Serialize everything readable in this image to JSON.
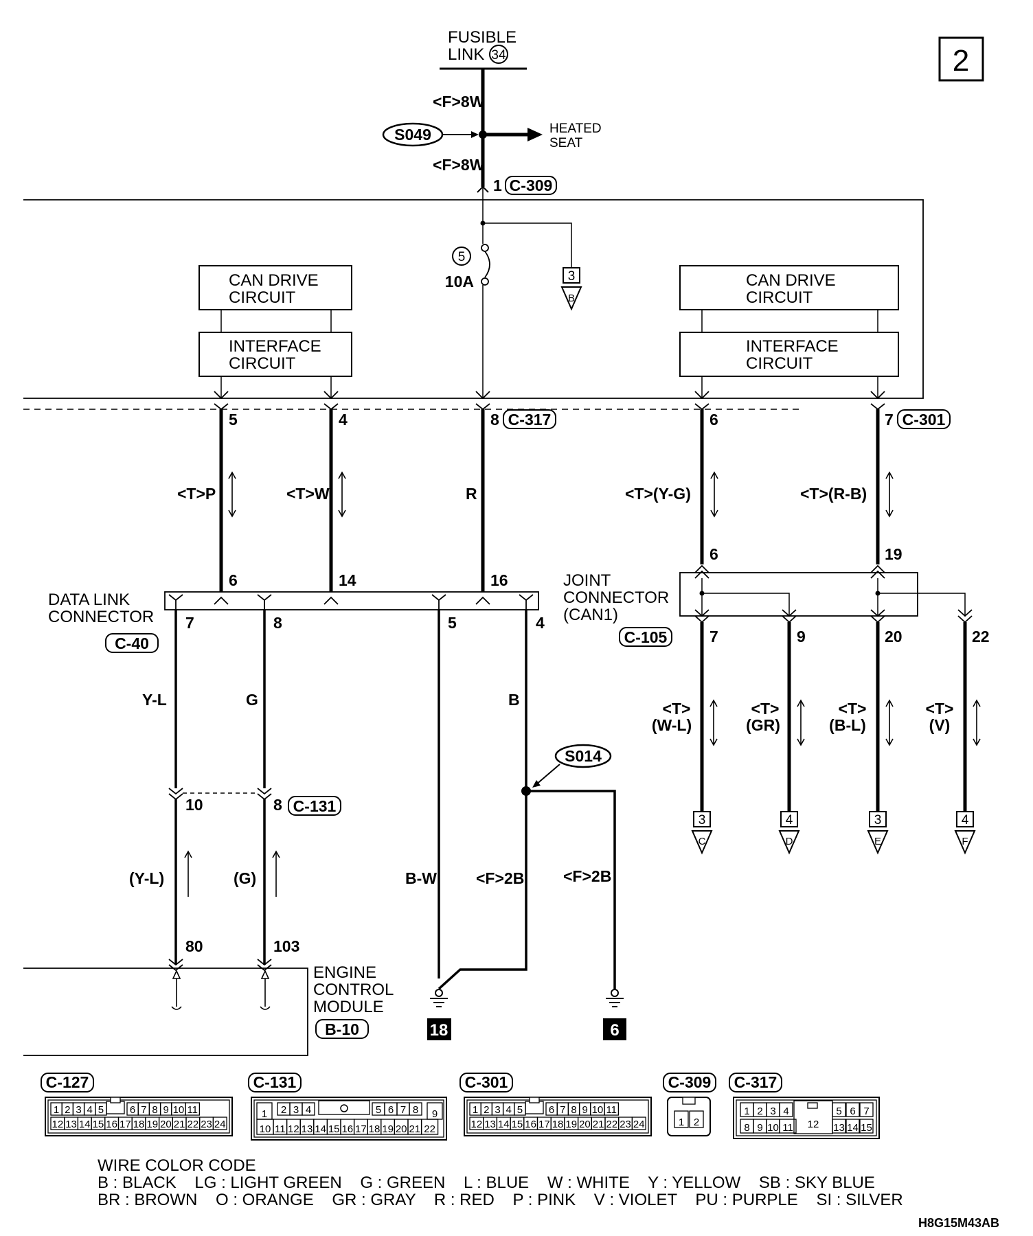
{
  "page_number": "2",
  "figure_code": "H8G15M43AB",
  "fusible_link": {
    "line1": "FUSIBLE",
    "line2": "LINK",
    "number": "34"
  },
  "wires_top": {
    "upper": "<F>8W",
    "lower": "<F>8W"
  },
  "splice_s049": "S049",
  "heated_seat": {
    "line1": "HEATED",
    "line2": "SEAT"
  },
  "c309_pin": "1",
  "c309": "C-309",
  "fuse": {
    "number": "5",
    "rating": "10A"
  },
  "ref_3b": {
    "num": "3",
    "letter": "B"
  },
  "left_ecu": {
    "can_l1": "CAN DRIVE",
    "can_l2": "CIRCUIT",
    "if_l1": "INTERFACE",
    "if_l2": "CIRCUIT"
  },
  "right_ecu": {
    "can_l1": "CAN DRIVE",
    "can_l2": "CIRCUIT",
    "if_l1": "INTERFACE",
    "if_l2": "CIRCUIT"
  },
  "pins_top": {
    "p5": "5",
    "p4": "4",
    "p8": "8",
    "p6": "6",
    "p7": "7"
  },
  "c317": "C-317",
  "c301": "C-301",
  "wire_colors_mid": {
    "p": "<T>P",
    "w": "<T>W",
    "r": "R",
    "yg": "<T>(Y-G)",
    "rb": "<T>(R-B)"
  },
  "joint_in_pins": {
    "a": "6",
    "b": "19"
  },
  "joint_connector": {
    "line1": "JOINT",
    "line2": "CONNECTOR",
    "line3": "(CAN1)",
    "code": "C-105"
  },
  "joint_out_pins": {
    "a": "7",
    "b": "9",
    "c": "20",
    "d": "22"
  },
  "joint_wires": [
    {
      "t": "<T>",
      "c": "(W-L)"
    },
    {
      "t": "<T>",
      "c": "(GR)"
    },
    {
      "t": "<T>",
      "c": "(B-L)"
    },
    {
      "t": "<T>",
      "c": "(V)"
    }
  ],
  "joint_refs": [
    {
      "num": "3",
      "letter": "C"
    },
    {
      "num": "4",
      "letter": "D"
    },
    {
      "num": "3",
      "letter": "E"
    },
    {
      "num": "4",
      "letter": "F"
    }
  ],
  "dlc": {
    "line1": "DATA LINK",
    "line2": "CONNECTOR",
    "code": "C-40",
    "top_pins": {
      "a": "6",
      "b": "14",
      "c": "16"
    },
    "bottom_pins": {
      "a": "7",
      "b": "8",
      "c": "5",
      "d": "4"
    }
  },
  "wires_low": {
    "yl": "Y-L",
    "g": "G",
    "b": "B"
  },
  "splice_s014": "S014",
  "c131_pins": {
    "a": "10",
    "b": "8"
  },
  "c131": "C-131",
  "wires_bottom": {
    "yl": "(Y-L)",
    "g": "(G)",
    "bw": "B-W",
    "f2b_a": "<F>2B",
    "f2b_b": "<F>2B"
  },
  "ecm_pins": {
    "a": "80",
    "b": "103"
  },
  "ecm": {
    "line1": "ENGINE",
    "line2": "CONTROL",
    "line3": "MODULE",
    "code": "B-10"
  },
  "grounds": {
    "a": "18",
    "b": "6"
  },
  "connector_views": {
    "c127": {
      "code": "C-127",
      "row1": [
        "1",
        "2",
        "3",
        "4",
        "5",
        "6",
        "7",
        "8",
        "9",
        "10",
        "11"
      ],
      "row2": [
        "12",
        "13",
        "14",
        "15",
        "16",
        "17",
        "18",
        "19",
        "20",
        "21",
        "22",
        "23",
        "24"
      ]
    },
    "c131": {
      "code": "C-131",
      "row1": [
        "1",
        "2",
        "3",
        "4",
        "5",
        "6",
        "7",
        "8",
        "9"
      ],
      "row2": [
        "10",
        "11",
        "12",
        "13",
        "14",
        "15",
        "16",
        "17",
        "18",
        "19",
        "20",
        "21",
        "22"
      ]
    },
    "c301": {
      "code": "C-301",
      "row1": [
        "1",
        "2",
        "3",
        "4",
        "5",
        "6",
        "7",
        "8",
        "9",
        "10",
        "11"
      ],
      "row2": [
        "12",
        "13",
        "14",
        "15",
        "16",
        "17",
        "18",
        "19",
        "20",
        "21",
        "22",
        "23",
        "24"
      ]
    },
    "c309": {
      "code": "C-309",
      "row1": [
        "1",
        "2"
      ]
    },
    "c317": {
      "code": "C-317",
      "row1": [
        "1",
        "2",
        "3",
        "4",
        "5",
        "6",
        "7"
      ],
      "mid": "12",
      "row2": [
        "8",
        "9",
        "10",
        "11",
        "13",
        "14",
        "15"
      ]
    }
  },
  "color_code": {
    "title": "WIRE COLOR CODE",
    "line1": "B : BLACK    LG : LIGHT GREEN    G : GREEN    L : BLUE    W : WHITE    Y : YELLOW    SB : SKY BLUE",
    "line2": "BR : BROWN    O : ORANGE    GR : GRAY    R : RED    P : PINK    V : VIOLET    PU : PURPLE    SI : SILVER"
  }
}
